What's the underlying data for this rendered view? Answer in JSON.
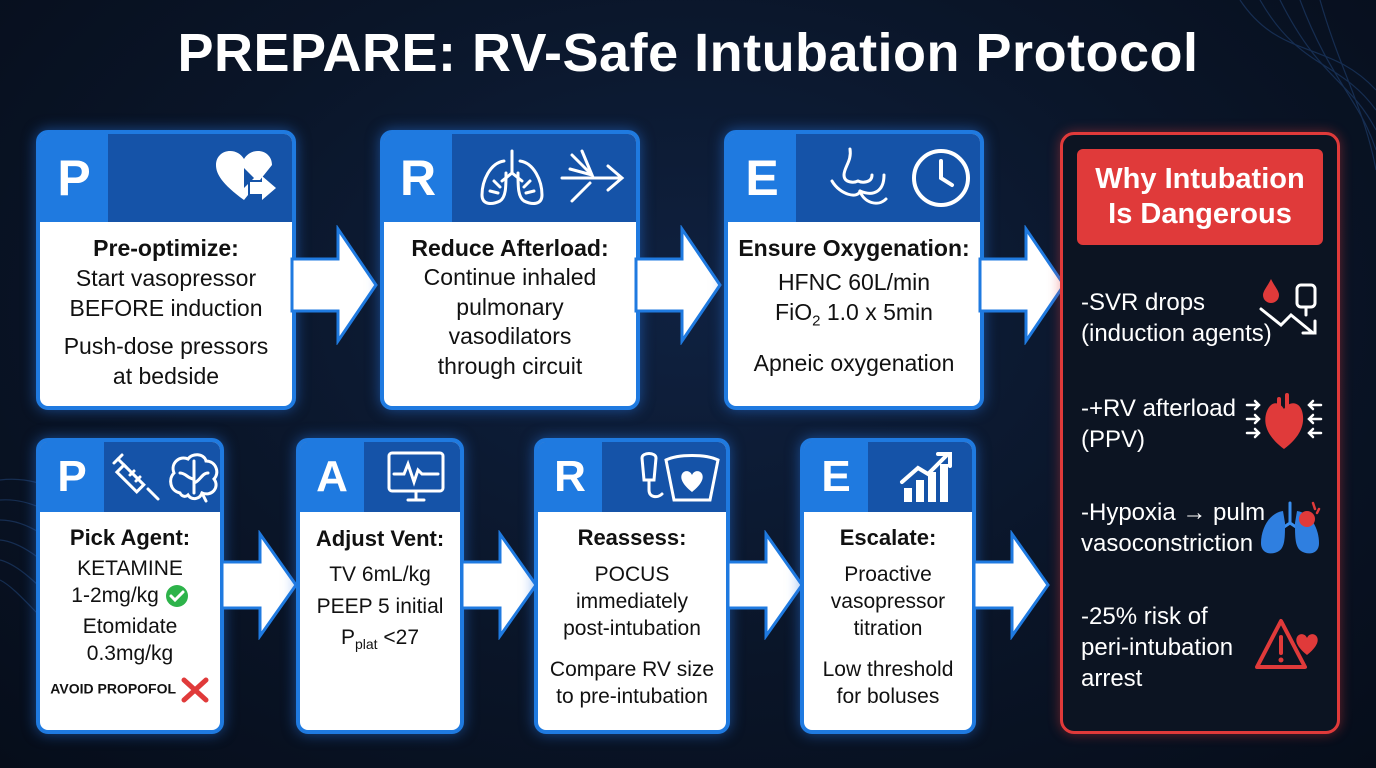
{
  "title": "PREPARE: RV-Safe Intubation Protocol",
  "colors": {
    "accent_blue": "#1f7ae0",
    "header_blue": "#1553a8",
    "danger_red": "#e03a3a",
    "ok_green": "#2db34a"
  },
  "steps": [
    {
      "letter": "P",
      "title": "Pre-optimize:",
      "lines": [
        "Start vasopressor",
        "BEFORE induction"
      ],
      "lines2": [
        "Push-dose pressors",
        "at bedside"
      ],
      "icons": [
        "heart-arrow-icon"
      ]
    },
    {
      "letter": "R",
      "title": "Reduce Afterload:",
      "lines": [
        "Continue inhaled",
        "pulmonary",
        "vasodilators",
        "through circuit"
      ],
      "icons": [
        "lungs-icon",
        "inflow-arrows-icon"
      ]
    },
    {
      "letter": "E",
      "title": "Ensure Oxygenation:",
      "line1": "HFNC 60L/min",
      "fio2_prefix": "FiO",
      "fio2_sub": "2",
      "fio2_suffix": " 1.0 x 5min",
      "line3": "Apneic oxygenation",
      "icons": [
        "nasal-cannula-icon",
        "clock-icon"
      ]
    },
    {
      "letter": "P",
      "title": "Pick Agent:",
      "agent1": "KETAMINE",
      "agent1_dose": "1-2mg/kg",
      "agent2": "Etomidate",
      "agent2_dose": "0.3mg/kg",
      "avoid": "AVOID PROPOFOL",
      "icons": [
        "syringe-icon",
        "brain-icon"
      ]
    },
    {
      "letter": "A",
      "title": "Adjust Vent:",
      "lines": [
        "TV 6mL/kg",
        "PEEP 5 initial"
      ],
      "pplat_prefix": "P",
      "pplat_sub": "plat",
      "pplat_suffix": " <27",
      "icons": [
        "monitor-icon"
      ]
    },
    {
      "letter": "R",
      "title": "Reassess:",
      "lines": [
        "POCUS",
        "immediately",
        "post-intubation"
      ],
      "lines2": [
        "Compare RV size",
        "to pre-intubation"
      ],
      "icons": [
        "ultrasound-icon"
      ]
    },
    {
      "letter": "E",
      "title": "Escalate:",
      "lines": [
        "Proactive",
        "vasopressor",
        "titration"
      ],
      "lines2": [
        "Low threshold",
        "for boluses"
      ],
      "icons": [
        "rising-chart-icon"
      ]
    }
  ],
  "danger": {
    "title_line1": "Why Intubation",
    "title_line2": "Is Dangerous",
    "items": [
      {
        "line1": "-SVR drops",
        "line2": "(induction agents)",
        "icon": "bp-drop-icon"
      },
      {
        "line1": "-+RV afterload",
        "line2": "(PPV)",
        "icon": "heart-pressure-icon"
      },
      {
        "line1": "-Hypoxia → pulm",
        "line2": "vasoconstriction",
        "icon": "lungs-red-icon"
      },
      {
        "line1": "-25% risk of",
        "line2": "peri-intubation",
        "line3": "arrest",
        "icon": "warning-heart-icon"
      }
    ]
  }
}
